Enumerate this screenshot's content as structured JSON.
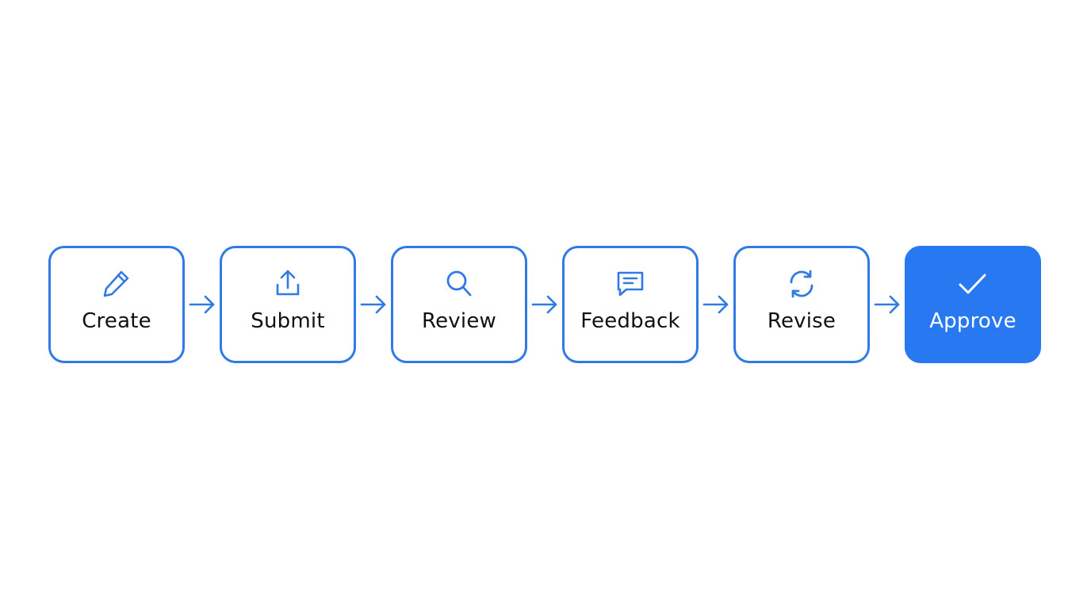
{
  "colors": {
    "accent": "#2f7ae5",
    "final_fill": "#2878f2",
    "text": "#111111",
    "final_text": "#ffffff",
    "background": "#ffffff"
  },
  "steps": [
    {
      "label": "Create",
      "icon": "pencil-icon"
    },
    {
      "label": "Submit",
      "icon": "upload-icon"
    },
    {
      "label": "Review",
      "icon": "search-icon"
    },
    {
      "label": "Feedback",
      "icon": "chat-icon"
    },
    {
      "label": "Revise",
      "icon": "refresh-icon"
    },
    {
      "label": "Approve",
      "icon": "check-icon"
    }
  ]
}
